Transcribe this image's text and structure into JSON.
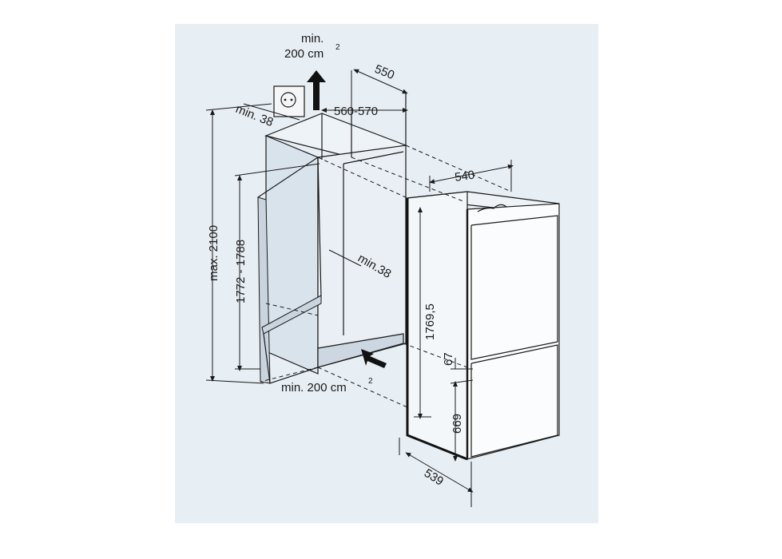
{
  "labels": {
    "top_vent_min": "min.",
    "top_vent_area": "200 cm",
    "top_vent_sup": "2",
    "depth_550": "550",
    "depth_560_570": "560-570",
    "top_gap_min38": "min. 38",
    "height_max": "max. 2100",
    "height_range": "1772 - 1788",
    "inner_min38": "min.38",
    "width_540": "540",
    "height_1769": "1769,5",
    "gap_67": "67",
    "drawer_669": "669",
    "depth_539": "539",
    "bottom_vent": "min. 200 cm",
    "bottom_vent_sup": "2"
  },
  "colors": {
    "panel_bg": "#e7eef4",
    "cabinet_fill": "#dde6ee",
    "line": "#1a1a1a"
  },
  "icons": [
    "electrical-socket-icon",
    "airflow-up-arrow-icon",
    "airflow-in-arrow-icon"
  ]
}
